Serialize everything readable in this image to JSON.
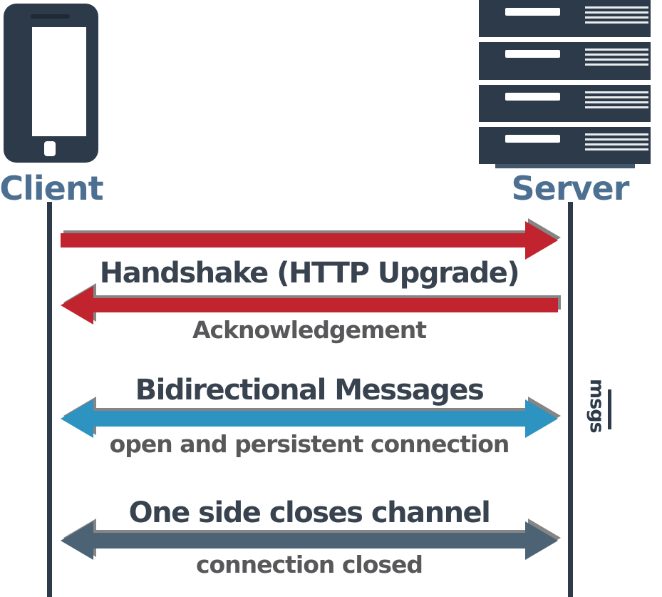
{
  "actors": {
    "client": {
      "label": "Client"
    },
    "server": {
      "label": "Server"
    }
  },
  "messages": [
    {
      "id": "handshake",
      "title": "Handshake (HTTP Upgrade)",
      "subtitle": "",
      "direction": "right",
      "color": "#c1232f"
    },
    {
      "id": "ack",
      "title": "",
      "subtitle": "Acknowledgement",
      "direction": "left",
      "color": "#c1232f"
    },
    {
      "id": "bidirectional",
      "title": "Bidirectional Messages",
      "subtitle": "open and persistent connection",
      "direction": "both",
      "color": "#2d93c0"
    },
    {
      "id": "close",
      "title": "One side closes channel",
      "subtitle": "connection closed",
      "direction": "both",
      "color": "#4b6375"
    }
  ],
  "annotation": {
    "text": "msgs"
  },
  "colors": {
    "navy": "#2c3a49",
    "red": "#c1232f",
    "blue": "#2d93c0",
    "slate": "#4b6375",
    "title": "#38434f",
    "gray": "#58585a",
    "label": "#4d7092",
    "shadow": "#858585"
  }
}
